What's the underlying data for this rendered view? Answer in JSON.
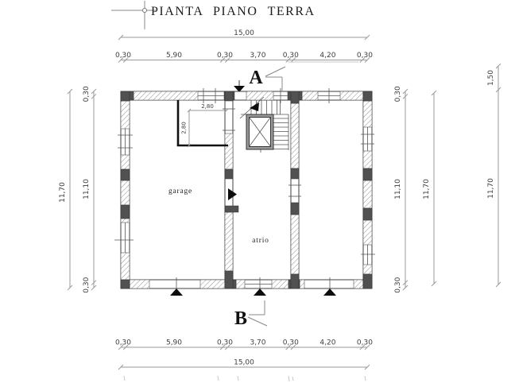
{
  "title": "PIANTA PIANO TERRA",
  "rooms": {
    "garage": "garage",
    "atrio": "atrio"
  },
  "sections": {
    "a": "A",
    "b": "B"
  },
  "dims": {
    "top": {
      "total": "15,00",
      "segments": [
        "0,30",
        "5,90",
        "0,30",
        "3,70",
        "0,30",
        "4,20",
        "0,30"
      ]
    },
    "bottom": {
      "total": "15,00",
      "segments": [
        "0,30",
        "5,90",
        "0,30",
        "3,70",
        "0,30",
        "4,20",
        "0,30"
      ]
    },
    "left": {
      "total": "11,70",
      "segments": [
        "0,30",
        "11,10",
        "0,30"
      ]
    },
    "right": {
      "segments": [
        "0,30",
        "11,10",
        "0,30"
      ],
      "total": "11,70",
      "offset_top": "1,50",
      "outer_total": "11,70"
    },
    "inner_room": {
      "width": "2,80",
      "depth": "2,80"
    }
  },
  "colors": {
    "wall_dark": "#515151",
    "plan_line": "#3f3f3f",
    "dimension_line": "#9a9a9a"
  }
}
